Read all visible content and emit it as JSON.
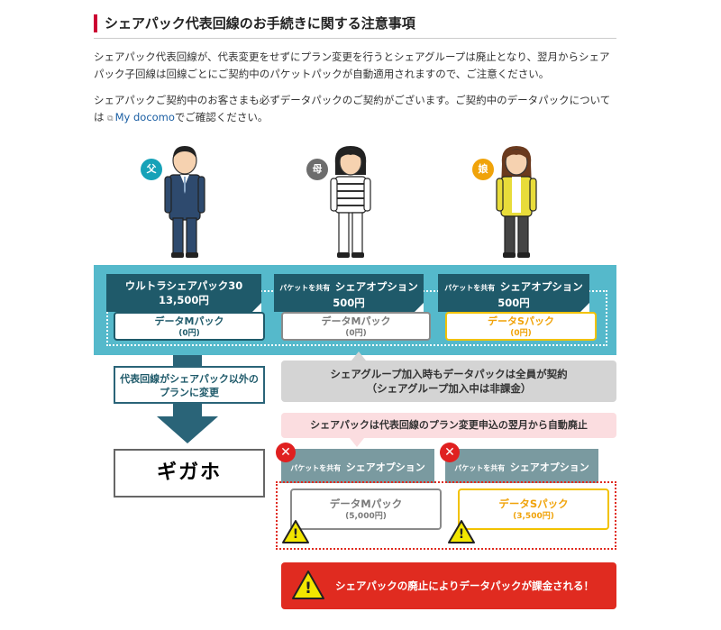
{
  "heading": "シェアパック代表回線のお手続きに関する注意事項",
  "para1": "シェアパック代表回線が、代表変更をせずにプラン変更を行うとシェアグループは廃止となり、翌月からシェアパック子回線は回線ごとにご契約中のパケットパックが自動適用されますので、ご注意ください。",
  "para2_before": "シェアパックご契約中のお客さまも必ずデータパックのご契約がございます。ご契約中のデータパックについては ",
  "para2_link": "My docomo",
  "para2_after": "でご確認ください。",
  "people": [
    {
      "badge": "父",
      "color": "#17a2b8"
    },
    {
      "badge": "母",
      "color": "#6d6d6d"
    },
    {
      "badge": "娘",
      "color": "#f0a30a"
    }
  ],
  "plans": [
    {
      "line1": "ウルトラシェアパック30",
      "line2": "13,500円",
      "pack": "データMパック",
      "price": "(0円)"
    },
    {
      "prefix": "パケットを共有",
      "line1": "シェアオプション",
      "line2": "500円",
      "pack": "データMパック",
      "price": "(0円)"
    },
    {
      "prefix": "パケットを共有",
      "line1": "シェアオプション",
      "line2": "500円",
      "pack": "データSパック",
      "price": "(0円)"
    }
  ],
  "change_box": {
    "line1": "代表回線がシェアパック以外の",
    "line2": "プランに変更"
  },
  "gray_note": {
    "line1": "シェアグループ加入時もデータパックは全員が契約",
    "line2": "（シェアグループ加入中は非課金）"
  },
  "pink_note": "シェアパックは代表回線のプラン変更申込の翌月から自動廃止",
  "gigaho": "ギガホ",
  "after": [
    {
      "prefix": "パケットを共有",
      "label": "シェアオプション",
      "pack": "データMパック",
      "price": "(5,000円)"
    },
    {
      "prefix": "パケットを共有",
      "label": "シェアオプション",
      "pack": "データSパック",
      "price": "(3,500円)"
    }
  ],
  "x_symbol": "✕",
  "warn_symbol": "!",
  "red_banner": "シェアパックの廃止によりデータパックが課金される！",
  "colors": {
    "teal": "#55b9cb",
    "dark_teal": "#1f5a6a",
    "arrow": "#2a6478",
    "gray_teal": "#7a9aa0",
    "red": "#e02b20",
    "pink": "#fbdde0",
    "gray": "#d4d4d4",
    "yellow": "#f2c200"
  }
}
